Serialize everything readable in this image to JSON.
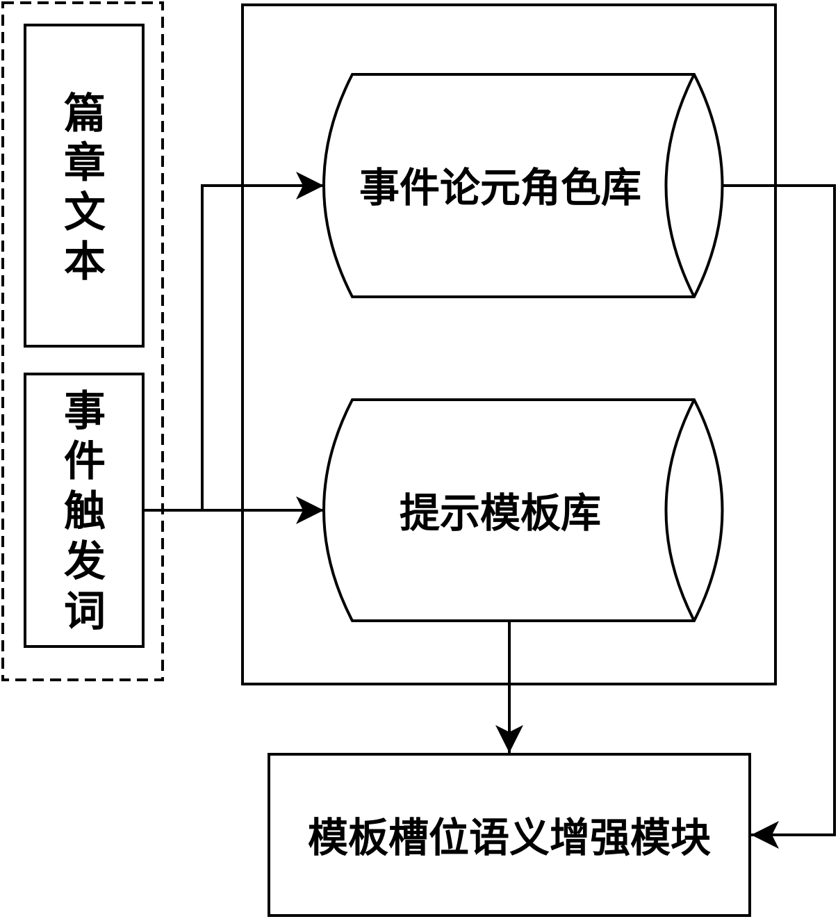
{
  "inputs": {
    "document_text": [
      "篇",
      "章",
      "文",
      "本"
    ],
    "event_trigger": [
      "事",
      "件",
      "触",
      "发",
      "词"
    ]
  },
  "libraries": {
    "argument_role_library": "事件论元角色库",
    "prompt_template_library": "提示模板库"
  },
  "output_module": "模板槽位语义增强模块",
  "colors": {
    "stroke": "#000000",
    "background": "#ffffff"
  }
}
